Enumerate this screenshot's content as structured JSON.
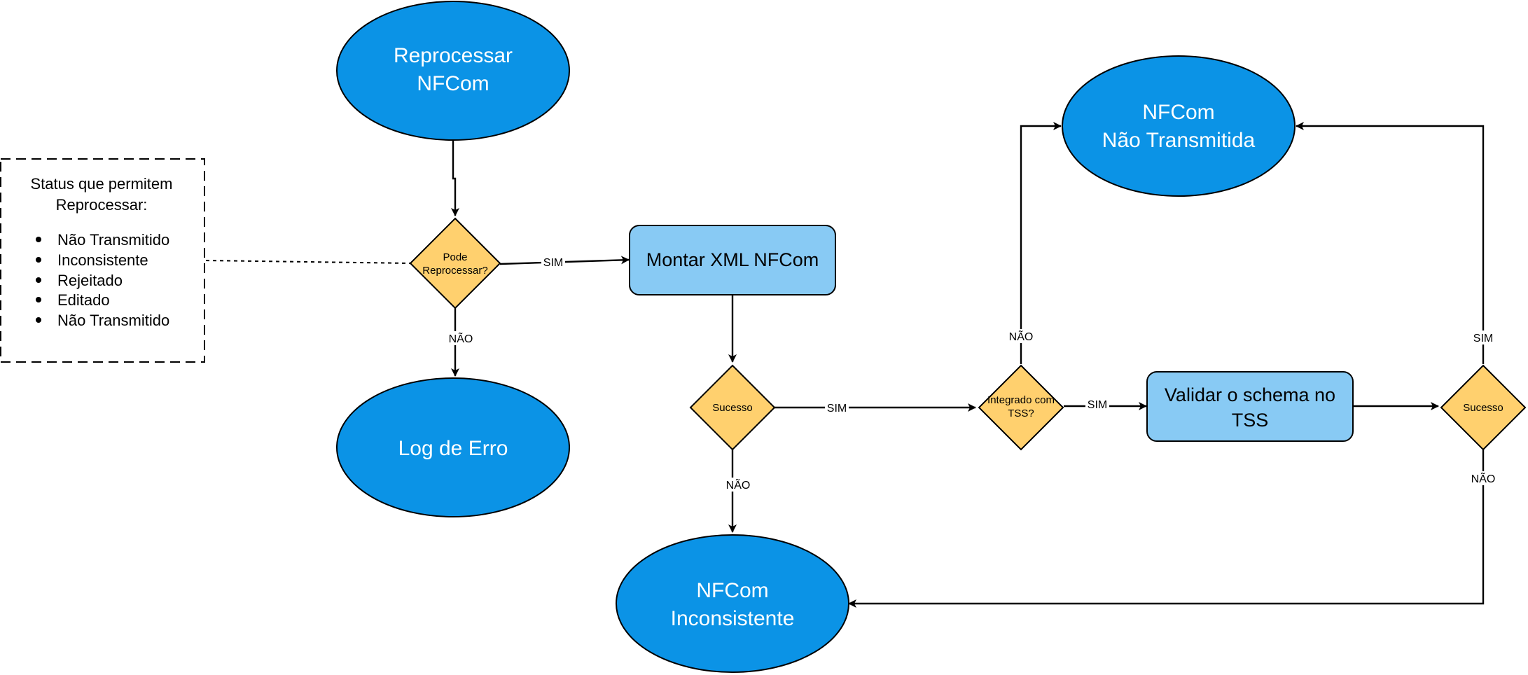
{
  "colors": {
    "ellipse_fill": "#0b93e6",
    "ellipse_stroke": "#000000",
    "process_fill": "#88caf4",
    "decision_fill": "#ffd06e",
    "edge": "#000000"
  },
  "nodes": {
    "reprocessar": {
      "line1": "Reprocessar",
      "line2": "NFCom"
    },
    "pode_reprocessar": {
      "line1": "Pode",
      "line2": "Reprocessar?"
    },
    "log_erro": {
      "label": "Log de Erro"
    },
    "montar_xml": {
      "label": "Montar XML NFCom"
    },
    "sucesso_1": {
      "label": "Sucesso"
    },
    "inconsistente": {
      "line1": "NFCom",
      "line2": "Inconsistente"
    },
    "integrado_tss": {
      "line1": "Integrado com",
      "line2": "TSS?"
    },
    "validar_schema": {
      "line1": "Validar o schema no",
      "line2": "TSS"
    },
    "sucesso_2": {
      "label": "Sucesso"
    },
    "nao_transmitida": {
      "line1": "NFCom",
      "line2": "Não Transmitida"
    }
  },
  "note": {
    "title_line1": "Status que permitem",
    "title_line2": "Reprocessar:",
    "items": [
      "Não Transmitido",
      "Inconsistente",
      "Rejeitado",
      "Editado",
      "Não Transmitido"
    ]
  },
  "edge_labels": {
    "pode_sim": "SIM",
    "pode_nao": "NÃO",
    "sucesso1_sim": "SIM",
    "sucesso1_nao": "NÃO",
    "integrado_sim": "SIM",
    "integrado_nao": "NÃO",
    "sucesso2_sim": "SIM",
    "sucesso2_nao": "NÃO"
  }
}
